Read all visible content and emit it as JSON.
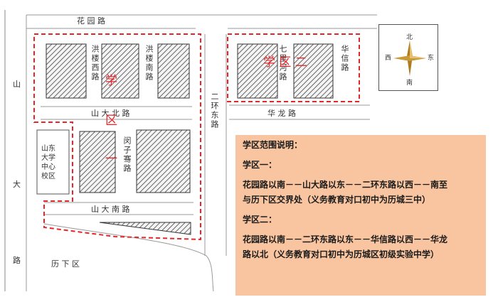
{
  "roads": {
    "huayuan": "花 园 路",
    "shanda_west": "山",
    "shanda_west2": "大",
    "shanda_west3": "路",
    "hongloux": "洪楼西路",
    "honglounan": "洪楼南路",
    "shanda_bei": "山 大 北 路",
    "minzi": "闵子骞路",
    "shanda_nan": "山 大 南 路",
    "lixia": "历     下     区",
    "erhuan": "二环东路",
    "qili": "七里河路",
    "huaxin": "华信路",
    "hualong": "华     龙     路"
  },
  "campus_label": [
    "山东",
    "大学",
    "中心",
    "校区"
  ],
  "districts": {
    "one_a": "学",
    "one_b": "区",
    "one_c": "一",
    "two": "学 区 二"
  },
  "compass": {
    "north": "北",
    "south": "南",
    "east": "东",
    "west": "西"
  },
  "info": [
    "学区范围说明：",
    "学区一：",
    "花园路以南－－山大路以东－－二环东路以西－－南至",
    "与历下区交界处（义务教育对口初中为历城三中）",
    "学区二：",
    "花园路以南－－二环东路以东－－华信路以西－－华龙",
    "路以北（义务教育对口初中为历城区初级实验中学）"
  ],
  "colors": {
    "boundary": "#e8262a",
    "panel": "#f8c5a0",
    "hatch": "#555555"
  }
}
